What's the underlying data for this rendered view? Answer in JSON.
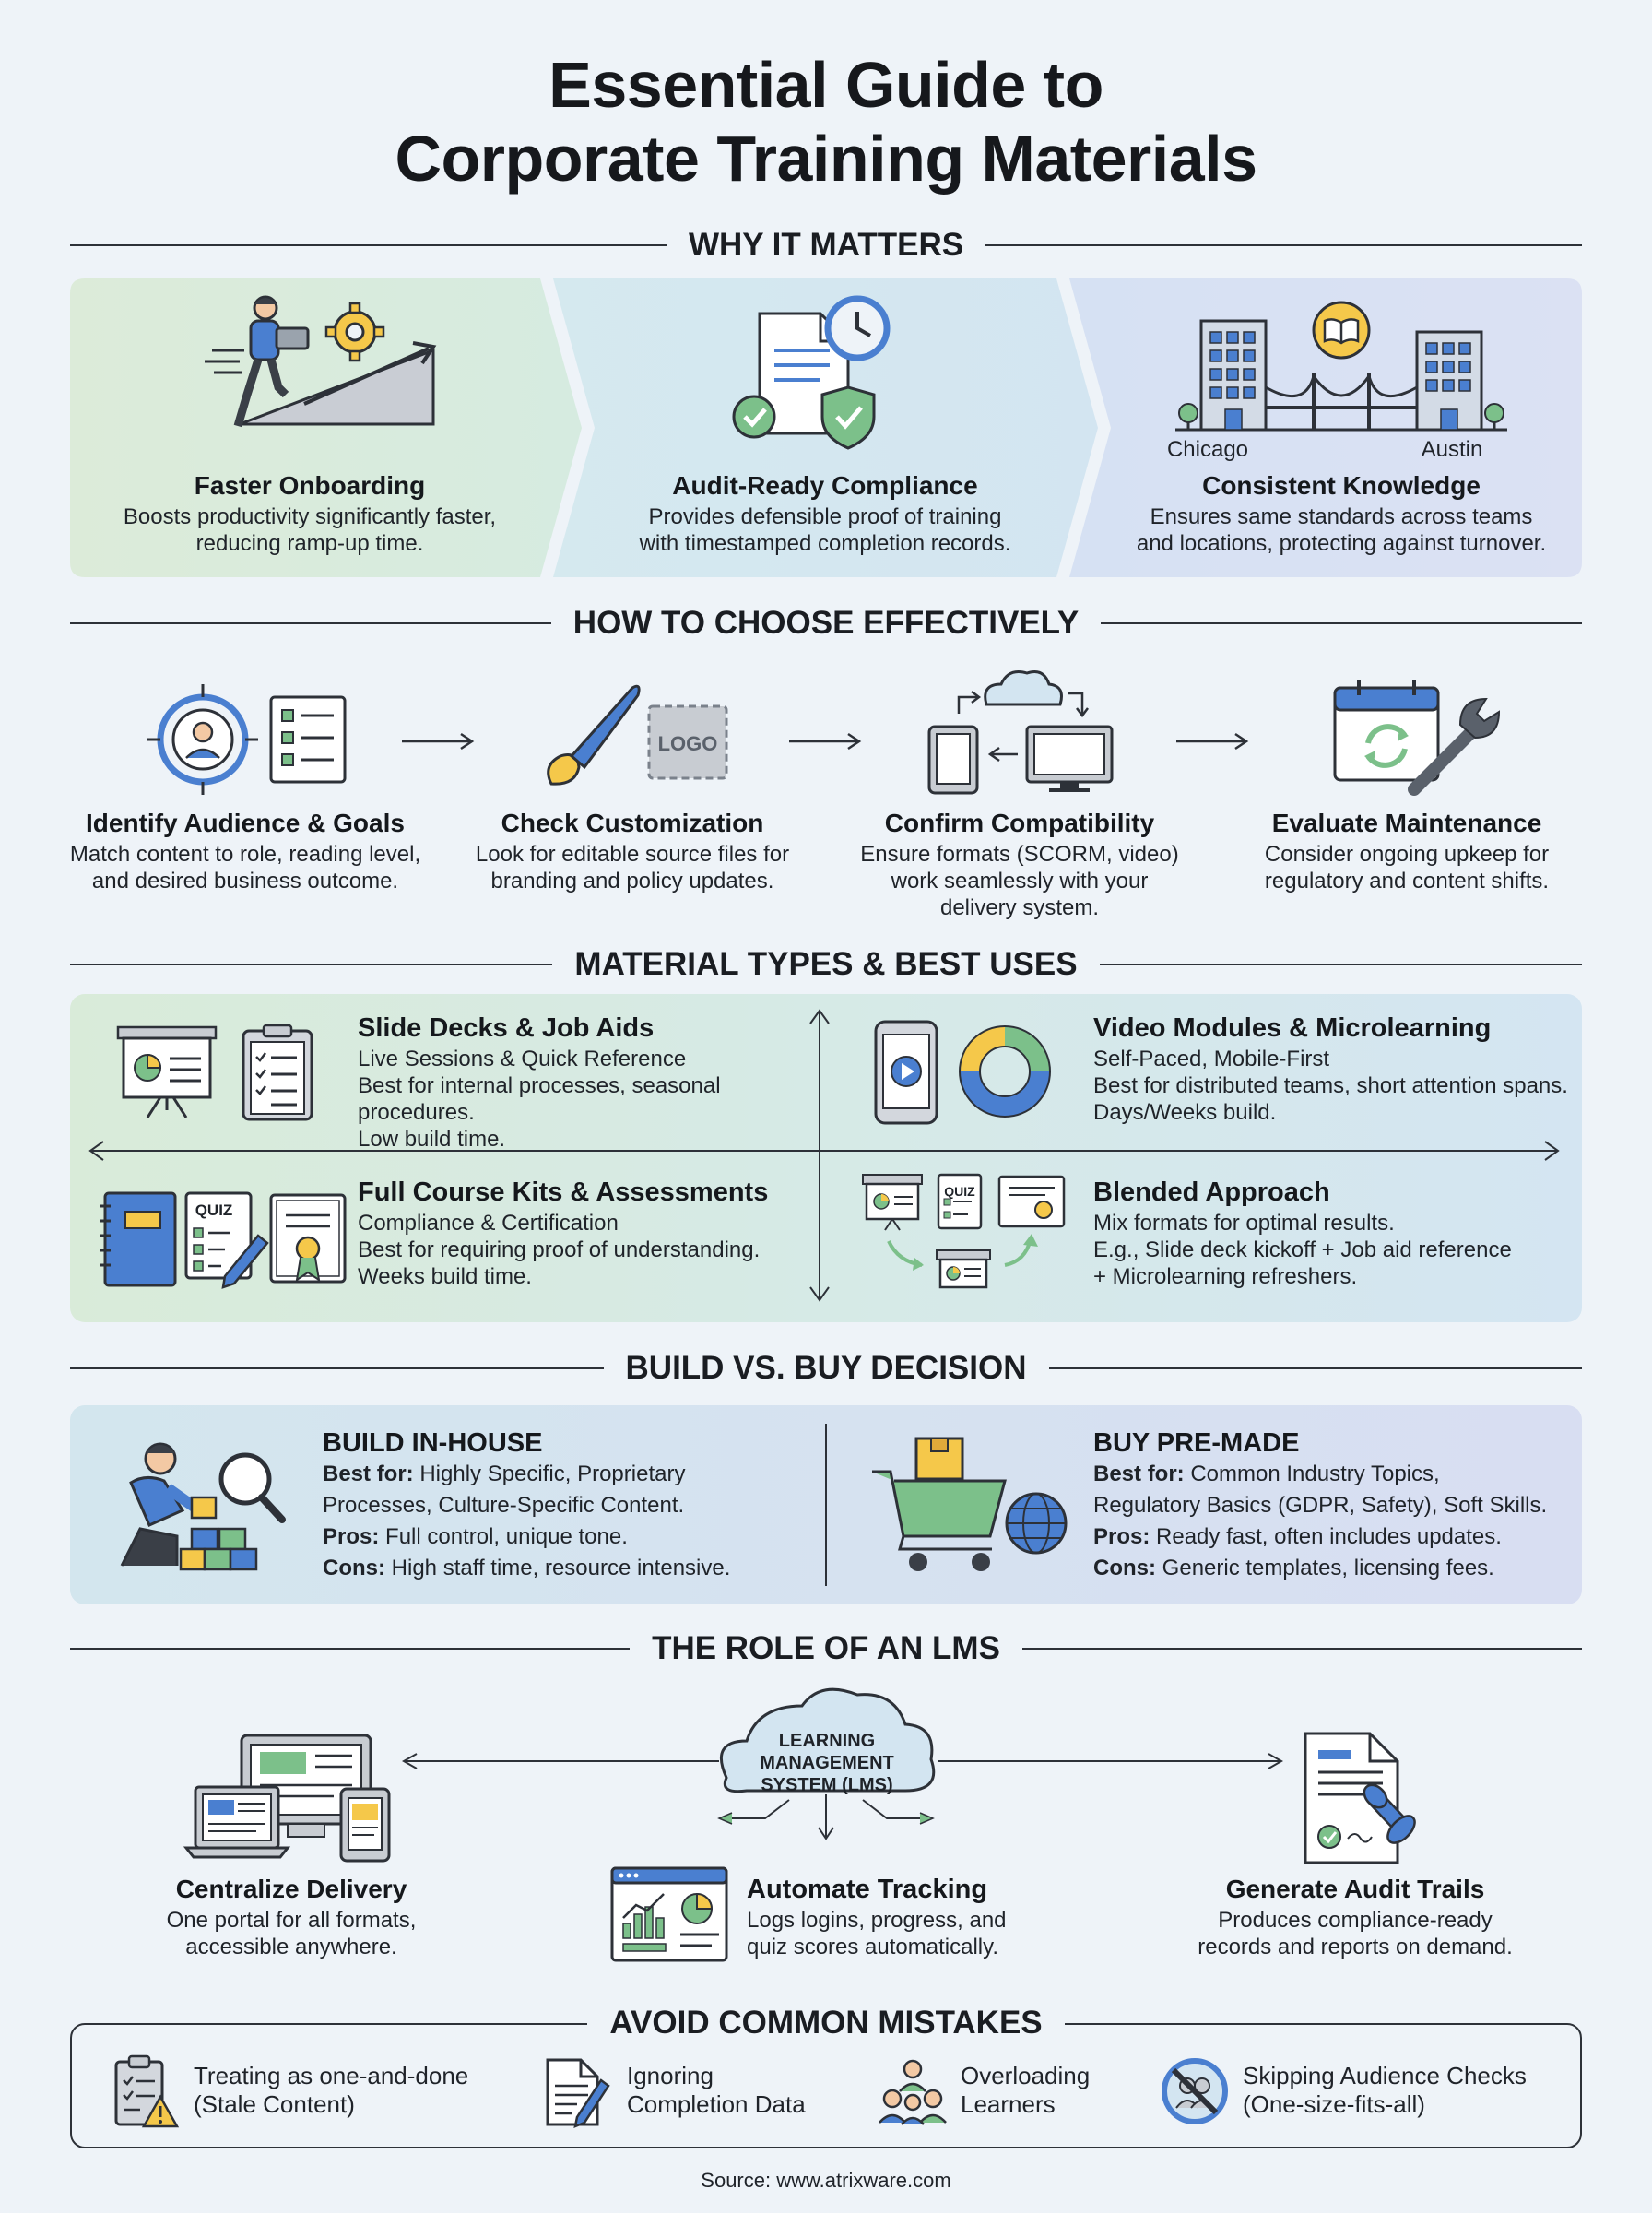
{
  "title_line1": "Essential Guide to",
  "title_line2": "Corporate Training Materials",
  "sections": {
    "why": "WHY IT MATTERS",
    "how": "HOW TO CHOOSE EFFECTIVELY",
    "types": "MATERIAL TYPES & BEST USES",
    "build": "BUILD VS. BUY DECISION",
    "lms": "THE ROLE OF AN LMS",
    "mistakes": "AVOID COMMON MISTAKES"
  },
  "why": {
    "onboarding": {
      "title": "Faster Onboarding",
      "line1": "Boosts productivity significantly faster,",
      "line2": "reducing ramp-up time."
    },
    "compliance": {
      "title": "Audit-Ready Compliance",
      "line1": "Provides defensible proof of training",
      "line2": "with timestamped completion records."
    },
    "knowledge": {
      "title": "Consistent Knowledge",
      "line1": "Ensures same standards across teams",
      "line2": "and locations, protecting against turnover.",
      "city1": "Chicago",
      "city2": "Austin"
    }
  },
  "how": {
    "audience": {
      "title": "Identify Audience & Goals",
      "line1": "Match content to role, reading level,",
      "line2": "and desired business outcome."
    },
    "custom": {
      "title": "Check Customization",
      "line1": "Look for editable source files for",
      "line2": "branding and policy updates.",
      "logo": "LOGO"
    },
    "compat": {
      "title": "Confirm Compatibility",
      "line1": "Ensure formats (SCORM, video)",
      "line2": "work seamlessly with your",
      "line3": "delivery system."
    },
    "maint": {
      "title": "Evaluate Maintenance",
      "line1": "Consider ongoing upkeep for",
      "line2": "regulatory and content shifts."
    }
  },
  "types": {
    "slides": {
      "title": "Slide Decks & Job Aids",
      "line1": "Live Sessions & Quick Reference",
      "line2": "Best for internal processes, seasonal procedures.",
      "line3": "Low build time."
    },
    "video": {
      "title": "Video Modules & Microlearning",
      "line1": "Self-Paced, Mobile-First",
      "line2": "Best for distributed teams, short attention spans.",
      "line3": "Days/Weeks build."
    },
    "course": {
      "title": "Full Course Kits & Assessments",
      "line1": "Compliance & Certification",
      "line2": "Best for requiring proof of understanding.",
      "line3": "Weeks build time.",
      "quiz": "QUIZ"
    },
    "blended": {
      "title": "Blended Approach",
      "line1": "Mix formats for optimal results.",
      "line2": "E.g., Slide deck kickoff + Job aid reference",
      "line3": "+ Microlearning refreshers.",
      "quiz": "QUIZ"
    }
  },
  "build": {
    "inhouse": {
      "title": "BUILD IN-HOUSE",
      "best_label": "Best for:",
      "best1": "Highly Specific, Proprietary",
      "best2": "Processes, Culture-Specific Content.",
      "pros_label": "Pros:",
      "pros": "Full control, unique tone.",
      "cons_label": "Cons:",
      "cons": "High staff time, resource intensive."
    },
    "buy": {
      "title": "BUY PRE-MADE",
      "best_label": "Best for:",
      "best1": "Common Industry Topics,",
      "best2": "Regulatory Basics (GDPR, Safety), Soft Skills.",
      "pros_label": "Pros:",
      "pros": "Ready fast, often includes updates.",
      "cons_label": "Cons:",
      "cons": "Generic templates, licensing fees."
    }
  },
  "lms": {
    "cloud1": "LEARNING",
    "cloud2": "MANAGEMENT",
    "cloud3": "SYSTEM (LMS)",
    "central": {
      "title": "Centralize Delivery",
      "line1": "One portal for all formats,",
      "line2": "accessible anywhere."
    },
    "track": {
      "title": "Automate Tracking",
      "line1": "Logs logins, progress, and",
      "line2": "quiz scores automatically."
    },
    "audit": {
      "title": "Generate Audit Trails",
      "line1": "Produces compliance-ready",
      "line2": "records and reports on demand."
    }
  },
  "mistakes": [
    {
      "line1": "Treating as one-and-done",
      "line2": "(Stale Content)"
    },
    {
      "line1": "Ignoring",
      "line2": "Completion Data"
    },
    {
      "line1": "Overloading",
      "line2": "Learners"
    },
    {
      "line1": "Skipping Audience Checks",
      "line2": "(One-size-fits-all)"
    }
  ],
  "source": "Source: www.atrixware.com",
  "colors": {
    "blue": "#4a7fd0",
    "green": "#7cc08a",
    "yellow": "#f5c84a",
    "dark": "#2d3138",
    "gray": "#c8ccd2"
  }
}
